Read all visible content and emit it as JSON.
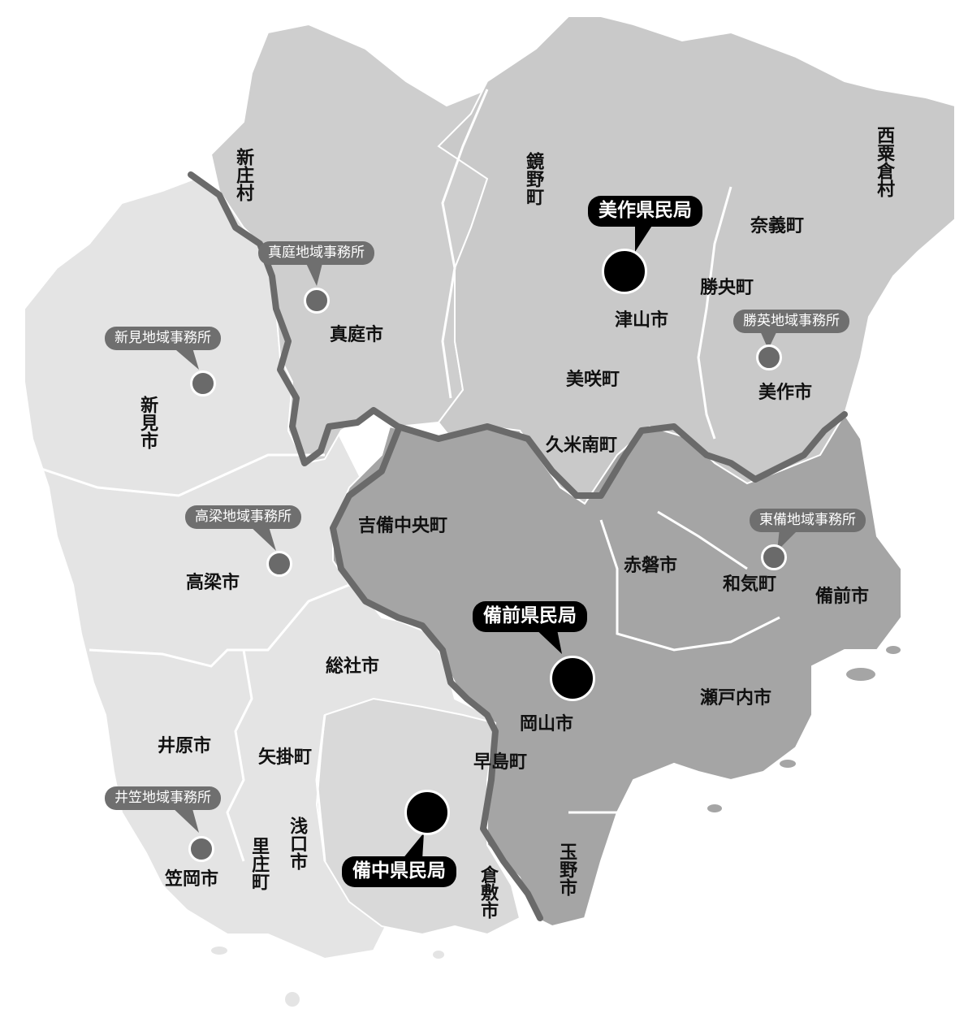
{
  "colors": {
    "background": "#ffffff",
    "region_west": "#e4e4e4",
    "region_northwest": "#cecece",
    "region_northeast": "#c9c9c9",
    "region_bizen": "#a5a5a5",
    "region_bichu": "#d9d9d9",
    "boundary_line": "#6a6a6a",
    "office_pill": "#6f6f6f",
    "bureau_pill": "#000000"
  },
  "municipalities": {
    "shinjo": "新庄村",
    "maniwa": "真庭市",
    "niimi": "新見市",
    "kagamino": "鏡野町",
    "tsuyama": "津山市",
    "nagi": "奈義町",
    "nishiawakura": "西粟倉村",
    "shoo": "勝央町",
    "mimasaka": "美作市",
    "misaki": "美咲町",
    "kumenan": "久米南町",
    "kibichuo": "吉備中央町",
    "takahashi": "高梁市",
    "akaiwa": "赤磐市",
    "wake": "和気町",
    "bizen": "備前市",
    "soja": "総社市",
    "okayama": "岡山市",
    "setouchi": "瀬戸内市",
    "ibara": "井原市",
    "yakage": "矢掛町",
    "hayashima": "早島町",
    "kasaoka": "笠岡市",
    "satosho": "里庄町",
    "asakuchi": "浅口市",
    "kurashiki": "倉敷市",
    "tamano": "玉野市"
  },
  "offices": {
    "maniwa": "真庭地域事務所",
    "niimi": "新見地域事務所",
    "shoei": "勝英地域事務所",
    "takahashi": "高梁地域事務所",
    "tobi": "東備地域事務所",
    "iga": "井笠地域事務所"
  },
  "bureaus": {
    "mimasaka": "美作県民局",
    "bizen": "備前県民局",
    "bitchu": "備中県民局"
  }
}
